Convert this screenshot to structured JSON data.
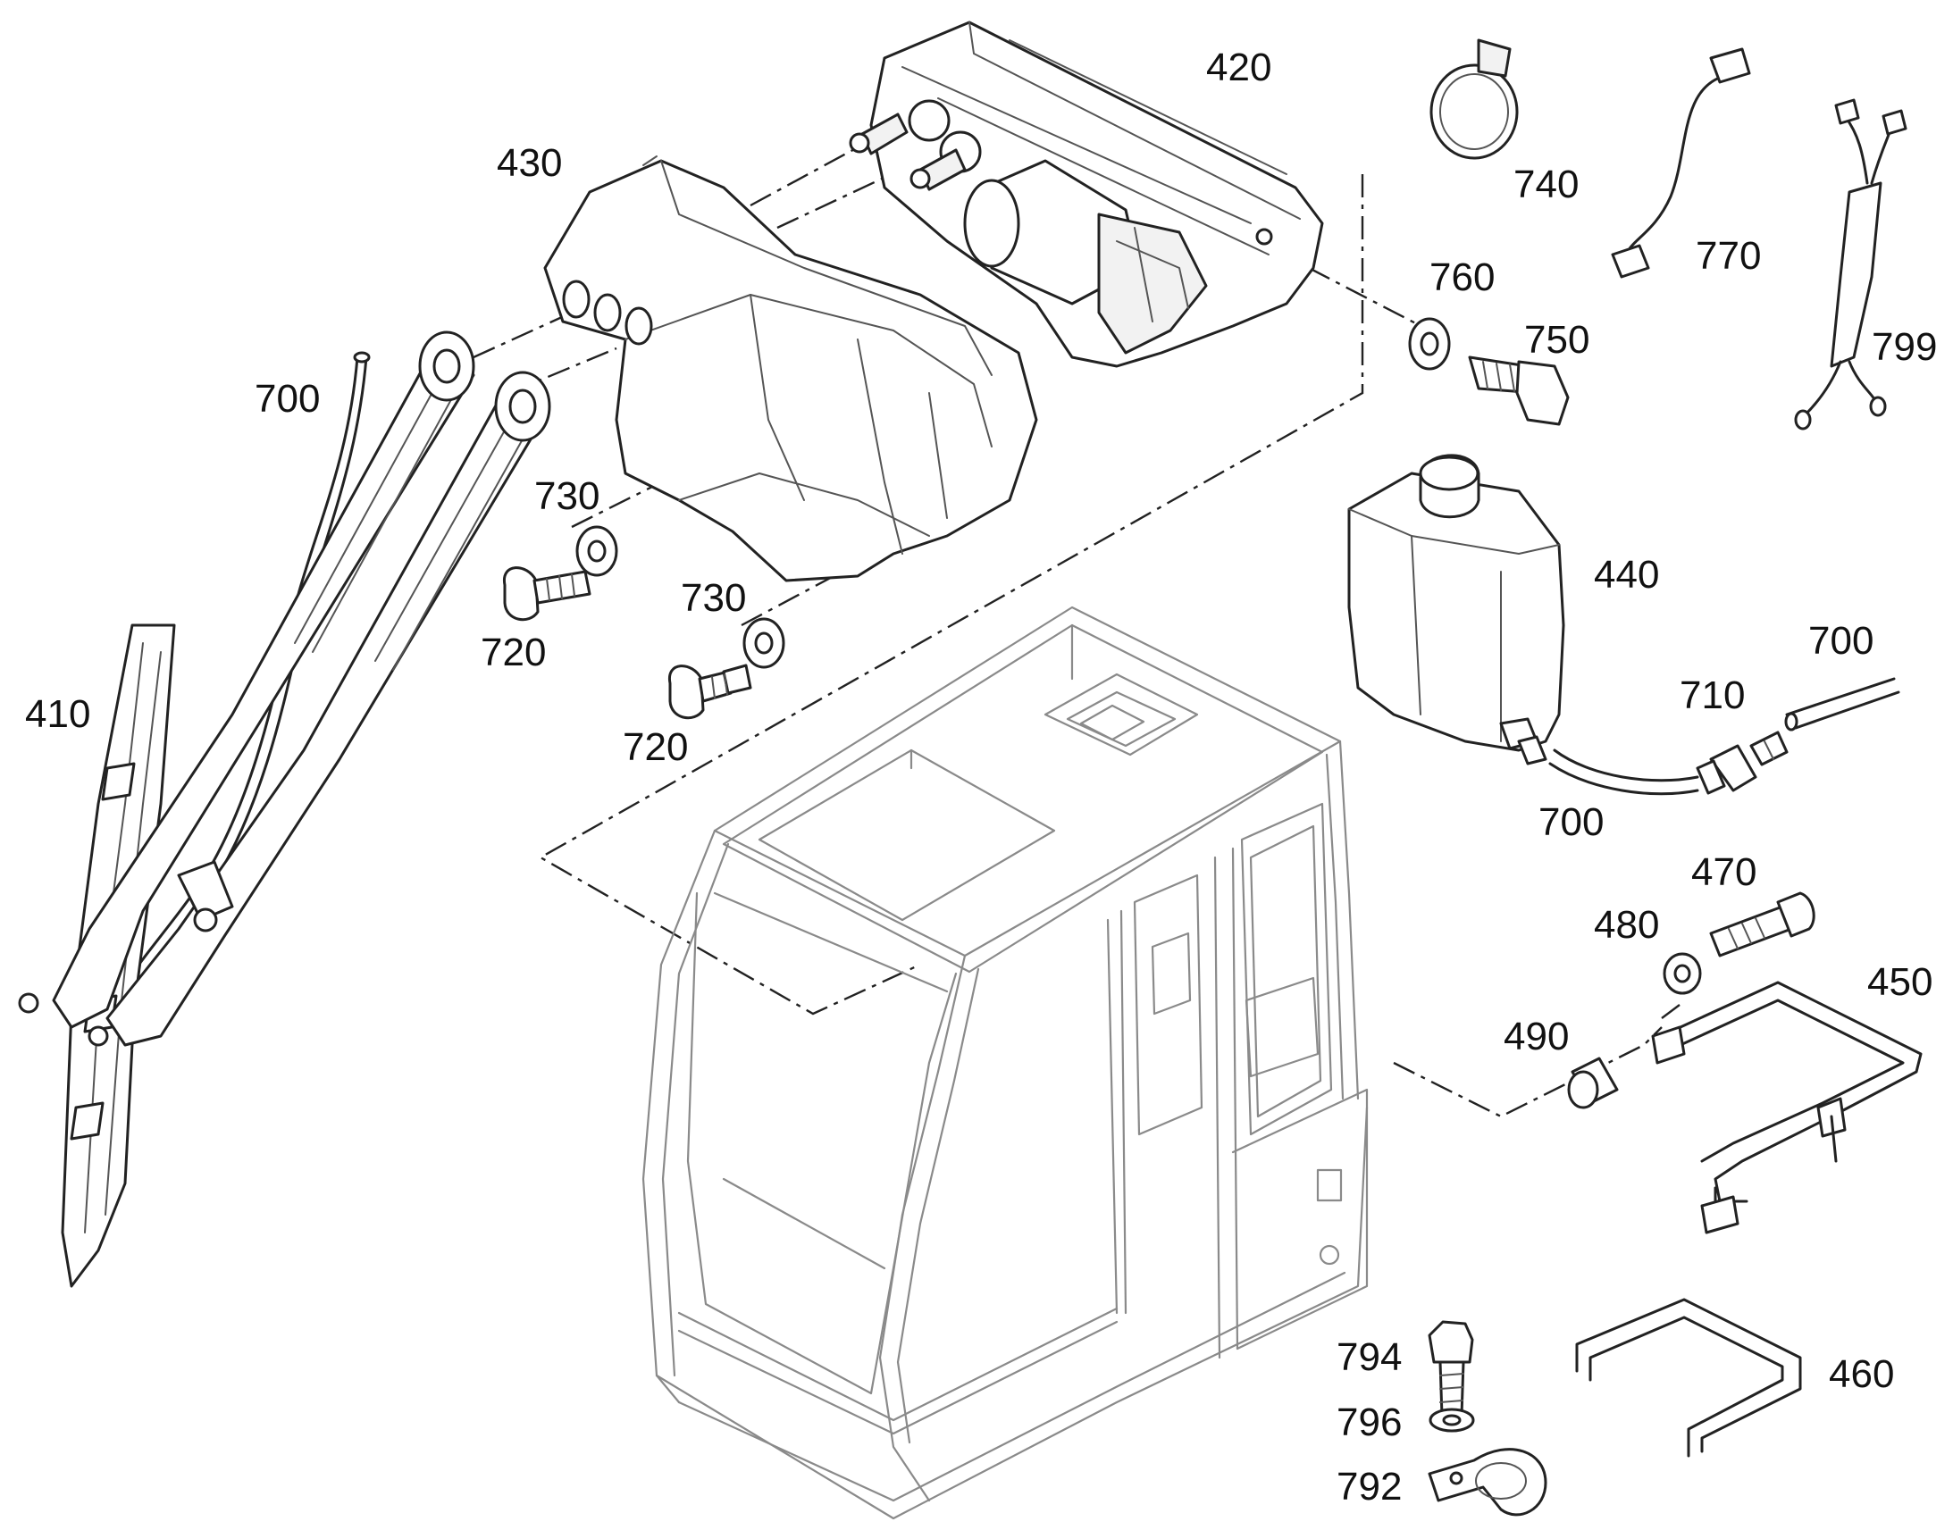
{
  "parts": [
    {
      "id": "p420",
      "number": "420"
    },
    {
      "id": "p430",
      "number": "430"
    },
    {
      "id": "p740",
      "number": "740"
    },
    {
      "id": "p770",
      "number": "770"
    },
    {
      "id": "p799",
      "number": "799"
    },
    {
      "id": "p760",
      "number": "760"
    },
    {
      "id": "p750",
      "number": "750"
    },
    {
      "id": "p700a",
      "number": "700"
    },
    {
      "id": "p730a",
      "number": "730"
    },
    {
      "id": "p720a",
      "number": "720"
    },
    {
      "id": "p730b",
      "number": "730"
    },
    {
      "id": "p720b",
      "number": "720"
    },
    {
      "id": "p410",
      "number": "410"
    },
    {
      "id": "p440",
      "number": "440"
    },
    {
      "id": "p700b",
      "number": "700"
    },
    {
      "id": "p710",
      "number": "710"
    },
    {
      "id": "p700c",
      "number": "700"
    },
    {
      "id": "p470",
      "number": "470"
    },
    {
      "id": "p480",
      "number": "480"
    },
    {
      "id": "p450",
      "number": "450"
    },
    {
      "id": "p490",
      "number": "490"
    },
    {
      "id": "p794",
      "number": "794"
    },
    {
      "id": "p796",
      "number": "796"
    },
    {
      "id": "p460",
      "number": "460"
    },
    {
      "id": "p792",
      "number": "792"
    }
  ]
}
